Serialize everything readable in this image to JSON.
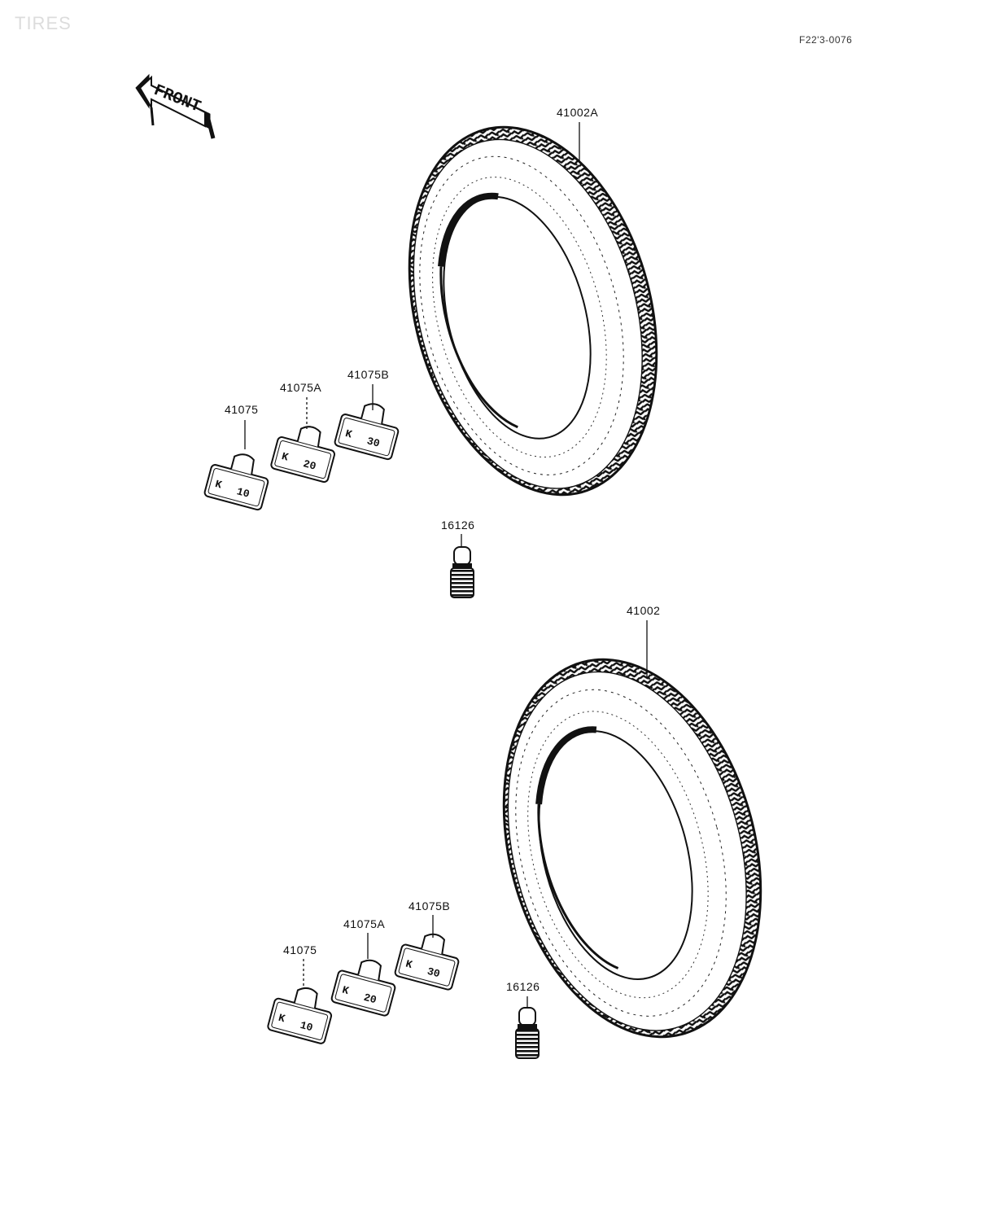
{
  "header": {
    "section_title": "TIRES",
    "figure_code": "F22'3-0076"
  },
  "front_arrow": {
    "label": "FRONT"
  },
  "parts": {
    "upper": {
      "tire": "41002A",
      "weight": "41075",
      "weight_a": "41075A",
      "weight_b": "41075B",
      "valve": "16126"
    },
    "lower": {
      "tire": "41002",
      "weight": "41075",
      "weight_a": "41075A",
      "weight_b": "41075B",
      "valve": "16126"
    }
  },
  "weight_markings": {
    "weight": "10",
    "weight_a": "20",
    "weight_b": "30"
  }
}
